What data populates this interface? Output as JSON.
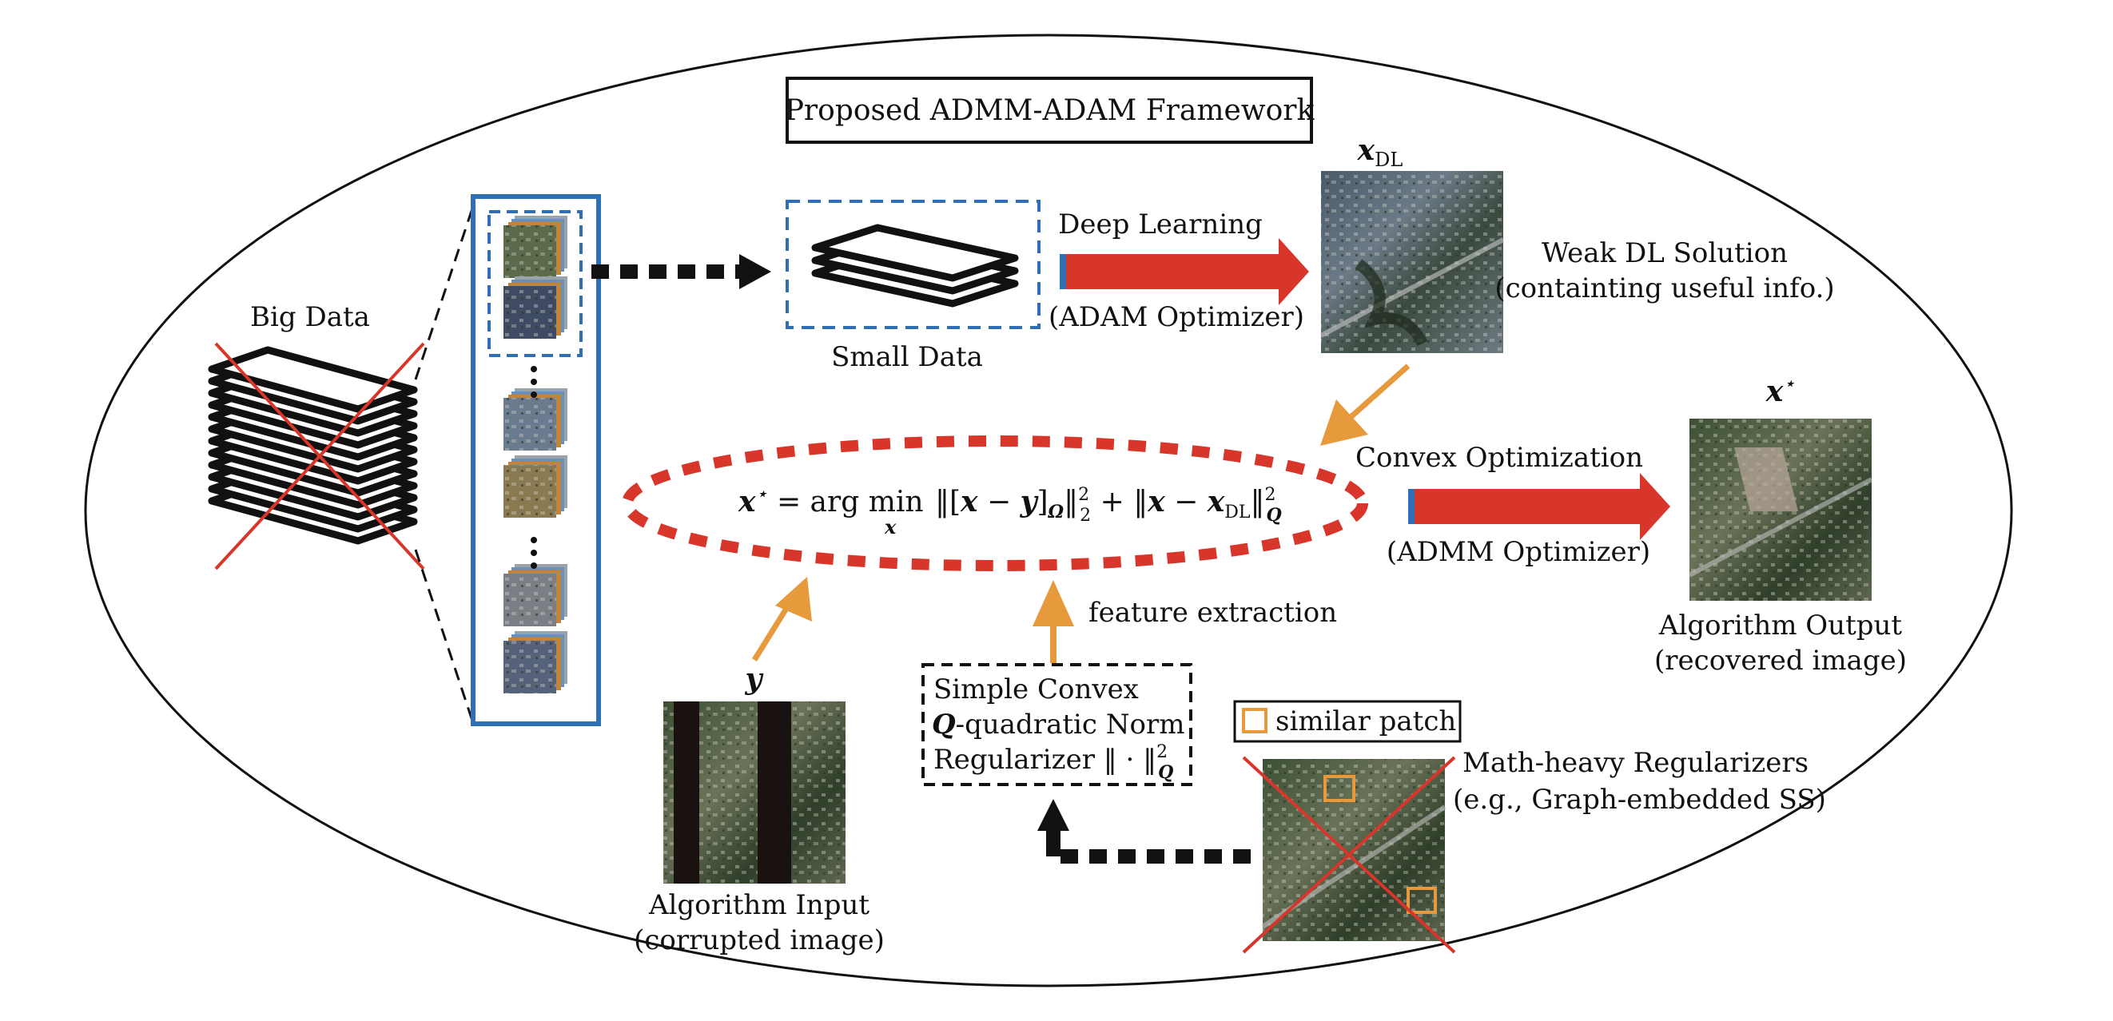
{
  "title": "Proposed ADMM-ADAM Framework",
  "big_data": {
    "label": "Big Data"
  },
  "small_data": {
    "label": "Small Data"
  },
  "deep_learning": {
    "label": "Deep Learning",
    "optimizer": "(ADAM Optimizer)"
  },
  "x_dl": {
    "symbol": "x",
    "subscript": "DL"
  },
  "weak_solution": {
    "line1": "Weak DL Solution",
    "line2": "(containting useful info.)"
  },
  "x_star": {
    "symbol": "x",
    "sup": "⋆"
  },
  "equation": {
    "lhs": "x⋆ = arg min",
    "under": "x",
    "rhs": "‖[x − y]Ω‖²₂ + ‖x − xDL‖²Q"
  },
  "convex_opt": {
    "label": "Convex Optimization",
    "optimizer": "(ADMM Optimizer)"
  },
  "output": {
    "line1": "Algorithm Output",
    "line2": "(recovered image)"
  },
  "y_label": "y",
  "input": {
    "line1": "Algorithm Input",
    "line2": "(corrupted image)"
  },
  "feature_extraction": "feature extraction",
  "regularizer_box": {
    "line1": "Simple Convex",
    "line2_bold": "Q",
    "line2_rest": "-quadratic Norm",
    "line3": "Regularizer ‖ · ‖²Q"
  },
  "legend": {
    "patch": "similar patch"
  },
  "math_heavy": {
    "line1": "Math-heavy Regularizers",
    "line2": "(e.g., Graph-embedded SS)"
  },
  "colors": {
    "red": "#d9362b",
    "blue": "#2f6fb5",
    "orange": "#e79a3c",
    "black": "#111111"
  }
}
